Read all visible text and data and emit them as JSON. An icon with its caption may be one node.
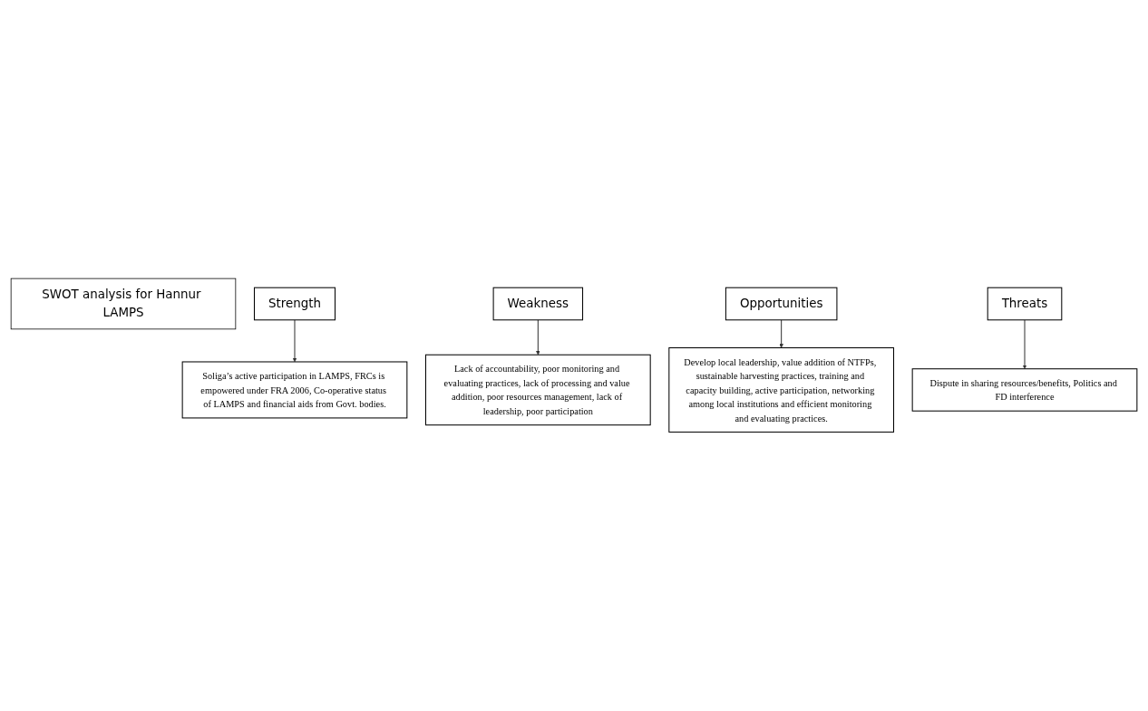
{
  "diagram": {
    "nodes": [
      {
        "text": [
          "SWOT analysis for Hannur LAMPS"
        ]
      },
      {
        "text": [
          "Strength"
        ]
      },
      {
        "text": [
          "Soliga’s active participation in LAMPS, FRCs is empowered under FRA 2006, Co-operative status of LAMPS and financial aids from Govt. bodies."
        ]
      },
      {
        "text": [
          "Weakness"
        ]
      },
      {
        "text": [
          "Lack of accountability, poor monitoring and evaluating practices, lack of processing and value addition, poor resources management, lack of leadership, poor participation"
        ]
      },
      {
        "text": [
          "Opportunities"
        ]
      },
      {
        "text": [
          "Develop local leadership, value addition of NTFPs, sustainable harvesting practices, training and capacity building, active participation, networking among local institutions and efficient monitoring and evaluating practices."
        ]
      },
      {
        "text": [
          "Threats"
        ]
      },
      {
        "text": [
          "Dispute in sharing resources/benefits, Politics and FD interference"
        ]
      }
    ],
    "edges": [
      {
        "from": 1,
        "to": 2,
        "arrow": "to"
      },
      {
        "from": 3,
        "to": 4,
        "arrow": "to"
      },
      {
        "from": 5,
        "to": 6,
        "arrow": "to"
      },
      {
        "from": 7,
        "to": 8,
        "arrow": "to"
      }
    ]
  }
}
